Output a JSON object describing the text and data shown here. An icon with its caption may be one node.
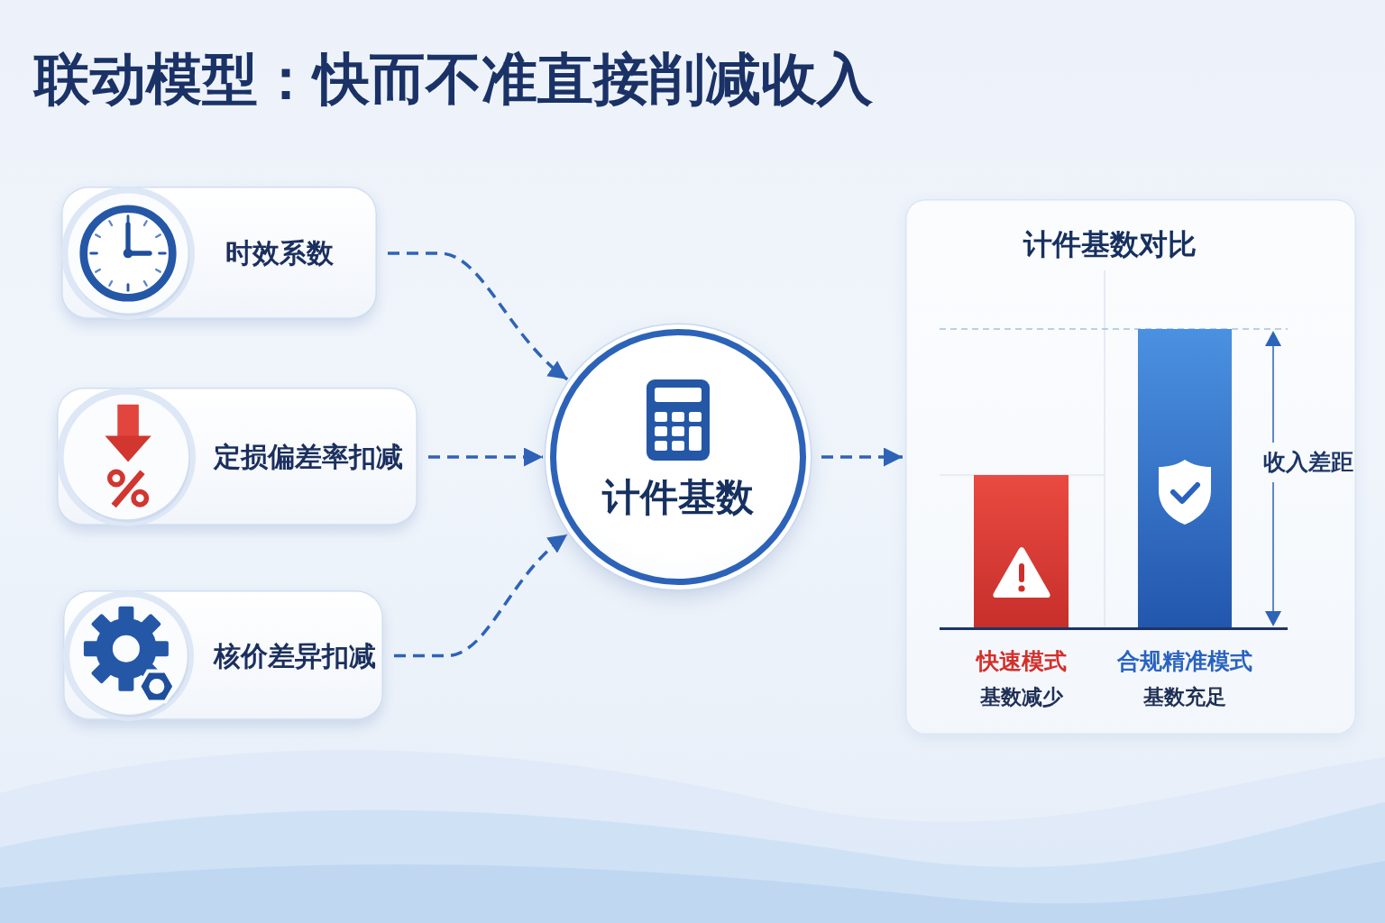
{
  "diagram": {
    "title": "联动模型：快而不准直接削减收入",
    "nodes": [
      {
        "text": [
          "时效系数"
        ]
      },
      {
        "text": [
          "定损偏差率扣减"
        ]
      },
      {
        "text": [
          "核价差异扣减"
        ]
      },
      {
        "text": [
          "计件基数"
        ]
      },
      {
        "text": [
          "计件基数对比"
        ]
      },
      {
        "text": [],
        "shape": "bar",
        "in": 4,
        "beside": [
          "快速模式",
          "基数减少"
        ]
      },
      {
        "text": [],
        "shape": "bar",
        "in": 4,
        "beside": [
          "合规精准模式",
          "基数充足"
        ]
      }
    ],
    "edges": [
      {
        "from": 0,
        "to": 3,
        "arrow": "to",
        "style": "dashed"
      },
      {
        "from": 1,
        "to": 3,
        "arrow": "to",
        "style": "dashed"
      },
      {
        "from": 2,
        "to": 3,
        "arrow": "to",
        "style": "dashed"
      },
      {
        "from": 3,
        "to": 4,
        "arrow": "to",
        "style": "dashed"
      }
    ],
    "labels": [
      "收入差距"
    ]
  }
}
